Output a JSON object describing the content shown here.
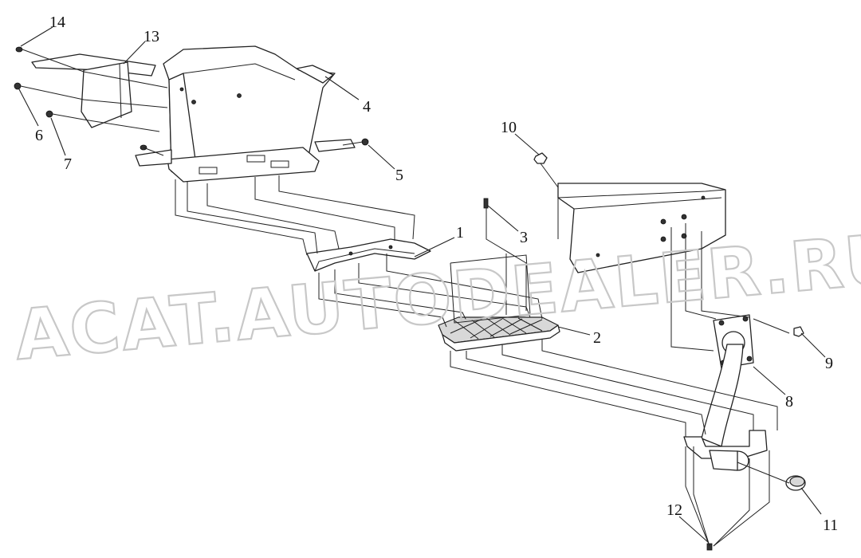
{
  "watermark": {
    "line1": "ACAT.AUTODEALER.RU"
  },
  "callouts": {
    "c1": "1",
    "c2": "2",
    "c3": "3",
    "c4": "4",
    "c5": "5",
    "c6": "6",
    "c7": "7",
    "c8": "8",
    "c9": "9",
    "c10": "10",
    "c11": "11",
    "c12": "12",
    "c13": "13",
    "c14": "14"
  },
  "colors": {
    "line": "#222222",
    "watermark": "#c8c8c8",
    "background": "#ffffff"
  }
}
